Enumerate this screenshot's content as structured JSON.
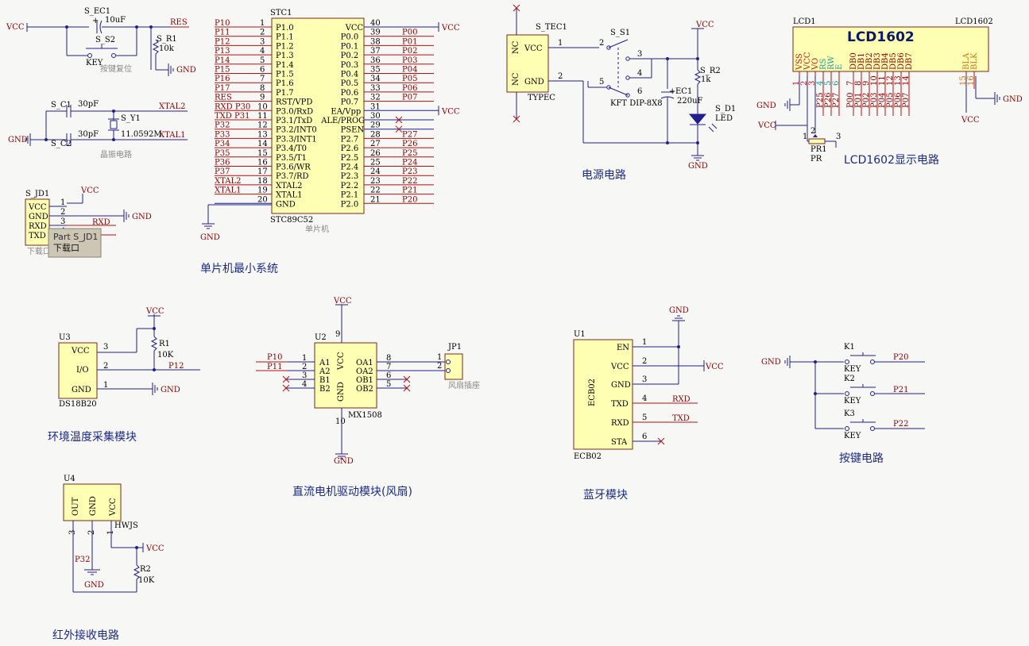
{
  "sections": {
    "mcu": "单片机最小系统",
    "power": "电源电路",
    "lcd": "LCD1602显示电路",
    "temp": "环境温度采集模块",
    "motor": "直流电机驱动模块(风扇)",
    "bt": "蓝牙模块",
    "keys": "按键电路",
    "ir": "红外接收电路"
  },
  "nets": {
    "vcc": "VCC",
    "gnd": "GND",
    "res": "RES",
    "xtal1": "XTAL1",
    "xtal2": "XTAL2",
    "rxd": "RXD",
    "txd": "TXD",
    "p12": "P12",
    "p10": "P10",
    "p11": "P11",
    "p20": "P20",
    "p21": "P21",
    "p22": "P22",
    "p32": "P32"
  },
  "reset": {
    "cap_ref": "S_EC1",
    "cap_val": "10uF",
    "sw_ref": "S_S2",
    "sw_name": "KEY",
    "res_ref": "S_R1",
    "res_val": "10k",
    "caption": "按键复位"
  },
  "crystal": {
    "c1_ref": "S_C1",
    "c1_val": "30pF",
    "c2_ref": "S_C2",
    "c2_val": "30pF",
    "y_ref": "S_Y1",
    "y_val": "11.0592M",
    "caption": "晶振电路"
  },
  "download": {
    "ref": "S_JD1",
    "pins": [
      "VCC",
      "GND",
      "RXD",
      "TXD"
    ],
    "nums": [
      "1",
      "2",
      "3",
      "4"
    ],
    "caption": "下载口",
    "tooltip": {
      "line1": "Part S_JD1",
      "line2": "下载口"
    }
  },
  "mcu": {
    "ref": "STC1",
    "name": "STC89C52",
    "caption": "单片机",
    "left": [
      {
        "net": "P10",
        "num": "1",
        "pin": "P1.0"
      },
      {
        "net": "P11",
        "num": "2",
        "pin": "P1.1"
      },
      {
        "net": "P12",
        "num": "3",
        "pin": "P1.2"
      },
      {
        "net": "P13",
        "num": "4",
        "pin": "P1.3"
      },
      {
        "net": "P14",
        "num": "5",
        "pin": "P1.4"
      },
      {
        "net": "P15",
        "num": "6",
        "pin": "P1.5"
      },
      {
        "net": "P16",
        "num": "7",
        "pin": "P1.6"
      },
      {
        "net": "P17",
        "num": "8",
        "pin": "P1.7"
      },
      {
        "net": "RES",
        "num": "9",
        "pin": "RST/VPD"
      },
      {
        "net": "RXD P30",
        "num": "10",
        "pin": "P3.0/RxD"
      },
      {
        "net": "TXD P31",
        "num": "11",
        "pin": "P3.1/TxD"
      },
      {
        "net": "P32",
        "num": "12",
        "pin": "P3.2/INT0"
      },
      {
        "net": "P33",
        "num": "13",
        "pin": "P3.3/INT1"
      },
      {
        "net": "P34",
        "num": "14",
        "pin": "P3.4/T0"
      },
      {
        "net": "P35",
        "num": "15",
        "pin": "P3.5/T1"
      },
      {
        "net": "P36",
        "num": "16",
        "pin": "P3.6/WR"
      },
      {
        "net": "P37",
        "num": "17",
        "pin": "P3.7/RD"
      },
      {
        "net": "XTAL2",
        "num": "18",
        "pin": "XTAL2"
      },
      {
        "net": "XTAL1",
        "num": "19",
        "pin": "XTAL1"
      },
      {
        "net": "",
        "num": "20",
        "pin": "GND"
      }
    ],
    "right": [
      {
        "net": "VCC",
        "num": "40",
        "pin": "VCC"
      },
      {
        "net": "P00",
        "num": "39",
        "pin": "P0.0"
      },
      {
        "net": "P01",
        "num": "38",
        "pin": "P0.1"
      },
      {
        "net": "P02",
        "num": "37",
        "pin": "P0.2"
      },
      {
        "net": "P03",
        "num": "36",
        "pin": "P0.3"
      },
      {
        "net": "P04",
        "num": "35",
        "pin": "P0.4"
      },
      {
        "net": "P05",
        "num": "34",
        "pin": "P0.5"
      },
      {
        "net": "P06",
        "num": "33",
        "pin": "P0.6"
      },
      {
        "net": "P07",
        "num": "32",
        "pin": "P0.7"
      },
      {
        "net": "VCC",
        "num": "31",
        "pin": "EA/Vpp"
      },
      {
        "net": "",
        "num": "30",
        "pin": "ALE/PROG"
      },
      {
        "net": "",
        "num": "29",
        "pin": "PSEN"
      },
      {
        "net": "P27",
        "num": "28",
        "pin": "P2.7"
      },
      {
        "net": "P26",
        "num": "27",
        "pin": "P2.6"
      },
      {
        "net": "P25",
        "num": "26",
        "pin": "P2.5"
      },
      {
        "net": "P24",
        "num": "25",
        "pin": "P2.4"
      },
      {
        "net": "P23",
        "num": "24",
        "pin": "P2.3"
      },
      {
        "net": "P22",
        "num": "23",
        "pin": "P2.2"
      },
      {
        "net": "P21",
        "num": "22",
        "pin": "P2.1"
      },
      {
        "net": "P20",
        "num": "21",
        "pin": "P2.0"
      }
    ]
  },
  "power": {
    "tec_ref": "S_TEC1",
    "tec_name": "TYPEC",
    "nc1": "NC",
    "nc2": "NC",
    "vcc_pin": "VCC",
    "gnd_pin": "GND",
    "sw_ref": "S_S1",
    "sw_name": "KFT DIP-8X8",
    "cap_ref": "EC1",
    "cap_val": "220uF",
    "r_ref": "S_R2",
    "r_val": "1k",
    "led_ref": "S_D1",
    "led_name": "LED",
    "pin_nums": [
      "1",
      "2",
      "2",
      "3",
      "4",
      "5",
      "6"
    ]
  },
  "lcd": {
    "ref": "LCD1",
    "name": "LCD1602",
    "ref2": "LCD1602",
    "pins": [
      {
        "name": "VSS",
        "num": "1",
        "net": ""
      },
      {
        "name": "VCC",
        "num": "2",
        "net": ""
      },
      {
        "name": "VO",
        "num": "3",
        "net": ""
      },
      {
        "name": "RS",
        "num": "4",
        "net": "P25"
      },
      {
        "name": "RW",
        "num": "5",
        "net": "P26"
      },
      {
        "name": "E",
        "num": "6",
        "net": "P27"
      },
      {
        "name": "DB0",
        "num": "7",
        "net": "P00"
      },
      {
        "name": "DB1",
        "num": "8",
        "net": "P01"
      },
      {
        "name": "DB2",
        "num": "9",
        "net": "P02"
      },
      {
        "name": "DB3",
        "num": "10",
        "net": "P03"
      },
      {
        "name": "DB4",
        "num": "11",
        "net": "P04"
      },
      {
        "name": "DB5",
        "num": "12",
        "net": "P05"
      },
      {
        "name": "DB6",
        "num": "13",
        "net": "P06"
      },
      {
        "name": "DB7",
        "num": "14",
        "net": "P07"
      },
      {
        "name": "BLA",
        "num": "15",
        "net": ""
      },
      {
        "name": "BLK",
        "num": "16",
        "net": ""
      }
    ],
    "pot_ref": "PR1",
    "pot_name": "PR",
    "pot_pins": [
      "1",
      "2",
      "3"
    ]
  },
  "temp": {
    "ref": "U3",
    "name": "DS18B20",
    "pins": [
      "VCC",
      "I/O",
      "GND"
    ],
    "nums": [
      "3",
      "2",
      "1"
    ],
    "r_ref": "R1",
    "r_val": "10K"
  },
  "motor": {
    "ref": "U2",
    "name": "MX1508",
    "left_pins": [
      "A1",
      "A2",
      "B1",
      "B2"
    ],
    "right_pins": [
      "OA1",
      "OA2",
      "OB1",
      "OB2"
    ],
    "left_nums": [
      "1",
      "2",
      "3",
      "4"
    ],
    "right_nums": [
      "8",
      "7",
      "6",
      "5"
    ],
    "vcc_pin": "VCC",
    "gnd_pin": "GND",
    "vcc_num": "9",
    "gnd_num": "10",
    "jp_ref": "JP1",
    "jp_name": "风扇插座",
    "jp_nums": [
      "1",
      "2"
    ]
  },
  "bt": {
    "ref": "U1",
    "name": "ECB02",
    "body_label": "ECB02",
    "pins": [
      "EN",
      "VCC",
      "GND",
      "TXD",
      "RXD",
      "STA"
    ],
    "nums": [
      "1",
      "2",
      "3",
      "4",
      "5",
      "6"
    ]
  },
  "keys": {
    "refs": [
      "K1",
      "K2",
      "K3"
    ],
    "name": "KEY"
  },
  "ir": {
    "ref": "U4",
    "name": "HWJS",
    "pins": [
      "OUT",
      "GND",
      "VCC"
    ],
    "nums": [
      "3",
      "2",
      "1"
    ],
    "r_ref": "R2",
    "r_val": "10K"
  }
}
